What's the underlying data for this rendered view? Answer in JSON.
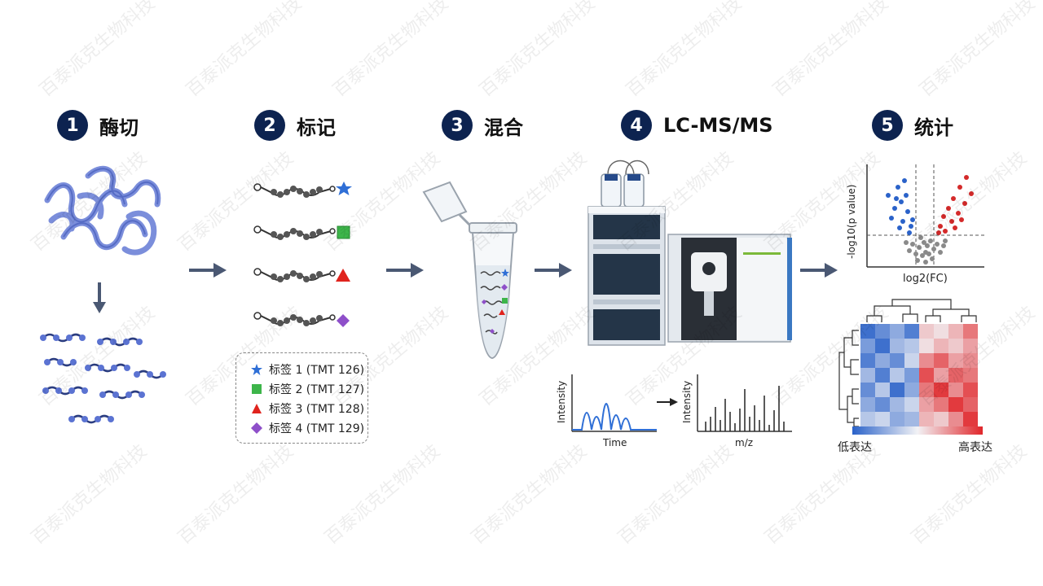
{
  "steps": [
    {
      "num": "1",
      "title": "酶切"
    },
    {
      "num": "2",
      "title": "标记"
    },
    {
      "num": "3",
      "title": "混合"
    },
    {
      "num": "4",
      "title": "LC-MS/MS"
    },
    {
      "num": "5",
      "title": "统计"
    }
  ],
  "legend": {
    "items": [
      {
        "label": "标签 1 (TMT 126)",
        "color": "#2f6fd6",
        "shape": "star"
      },
      {
        "label": "标签 2 (TMT 127)",
        "color": "#3db54a",
        "shape": "square"
      },
      {
        "label": "标签 3 (TMT 128)",
        "color": "#e0231d",
        "shape": "triangle"
      },
      {
        "label": "标签 4 (TMT 129)",
        "color": "#8e4fc9",
        "shape": "diamond"
      }
    ]
  },
  "chromatogram": {
    "xlabel": "Time",
    "ylabel": "Intensity"
  },
  "spectrum": {
    "xlabel": "m/z",
    "ylabel": "Intensity"
  },
  "volcano": {
    "ylabel": "-log10(p value)",
    "xlabel": "log2(FC)"
  },
  "heatmap": {
    "low_label": "低表达",
    "high_label": "高表达",
    "low_color": "#2a62c9",
    "high_color": "#e0262a"
  },
  "watermark": "百泰派克生物科技",
  "colors": {
    "step_badge": "#0d2350",
    "arrow": "#4a5873",
    "protein": "#6d82d8",
    "peptide": "#5b73d2"
  }
}
